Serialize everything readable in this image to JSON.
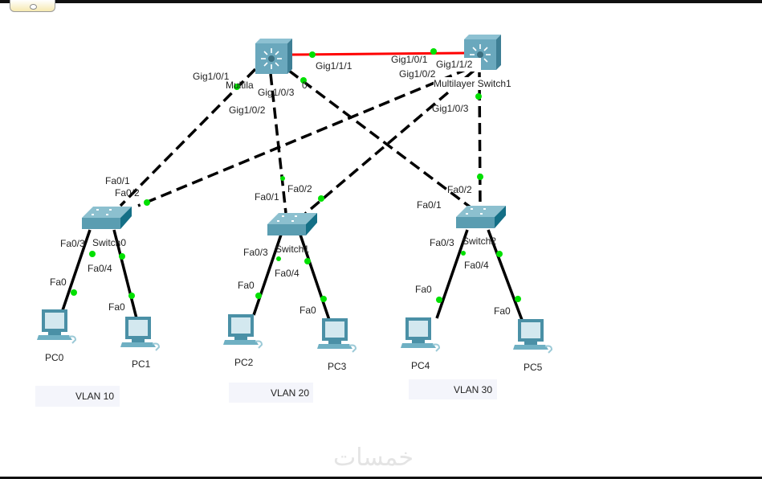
{
  "devices": {
    "mls0_label": "Multila",
    "mls0_suffix": "0",
    "mls1_label": "Multilayer Switch1",
    "switch0": "Switch0",
    "switch1": "Switch1",
    "switch2": "Switch2",
    "pcs": [
      "PC0",
      "PC1",
      "PC2",
      "PC3",
      "PC4",
      "PC5"
    ]
  },
  "ports": {
    "mls0": {
      "g101": "Gig1/0/1",
      "g103": "Gig1/0/3",
      "g102": "Gig1/0/2",
      "g111": "Gig1/1/1"
    },
    "mls1": {
      "g101": "Gig1/0/1",
      "g112": "Gig1/1/2",
      "g102": "Gig1/0/2",
      "g103": "Gig1/0/3"
    },
    "switch0": {
      "fa01": "Fa0/1",
      "fa02": "Fa0/2",
      "fa03": "Fa0/3",
      "fa04": "Fa0/4"
    },
    "switch1": {
      "fa01": "Fa0/1",
      "fa02": "Fa0/2",
      "fa03": "Fa0/3",
      "fa04": "Fa0/4"
    },
    "switch2": {
      "fa01": "Fa0/1",
      "fa02": "Fa0/2",
      "fa03": "Fa0/3",
      "fa04": "Fa0/4"
    },
    "pc_port": "Fa0"
  },
  "vlans": [
    "VLAN 10",
    "VLAN 20",
    "VLAN 30"
  ],
  "watermark": "خمسات",
  "colors": {
    "trunk_link": "#000000",
    "stack_link": "#ff0000",
    "link_up": "#00e000",
    "device": "#5b9fb3"
  }
}
